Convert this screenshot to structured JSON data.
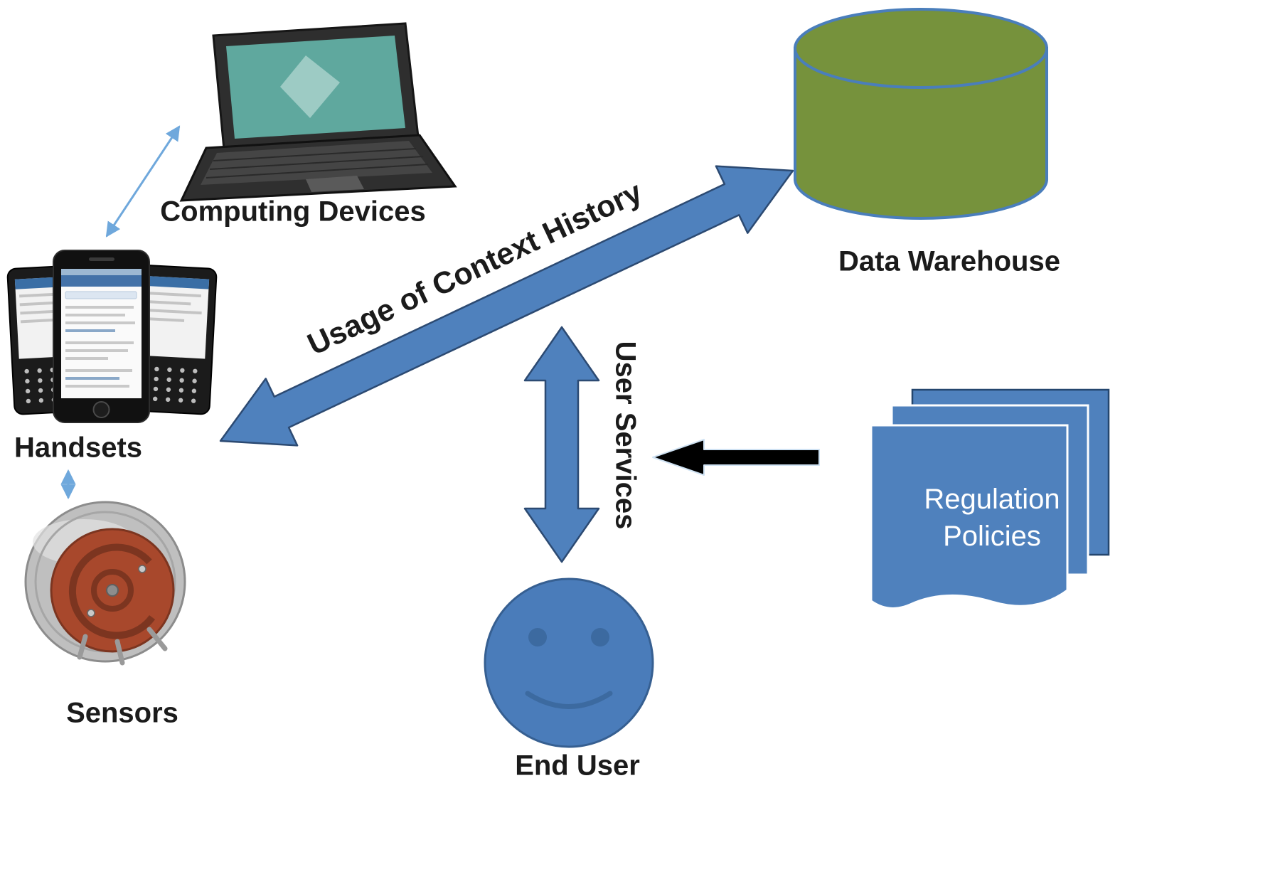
{
  "labels": {
    "computing_devices": "Computing Devices",
    "handsets": "Handsets",
    "sensors": "Sensors",
    "data_warehouse": "Data Warehouse",
    "regulation_policies": "Regulation\nPolicies",
    "end_user": "End User",
    "usage_of_context_history": "Usage of Context History",
    "user_services": "User Services"
  },
  "colors": {
    "arrow_blue": "#4f81bd",
    "arrow_outline": "#2c4a72",
    "black": "#000000",
    "warehouse_green": "#76923c",
    "warehouse_outline": "#4a7ebb",
    "page_blue": "#4f81bd",
    "face_blue": "#4a7cba",
    "connector_blue": "#6fa8dc"
  }
}
